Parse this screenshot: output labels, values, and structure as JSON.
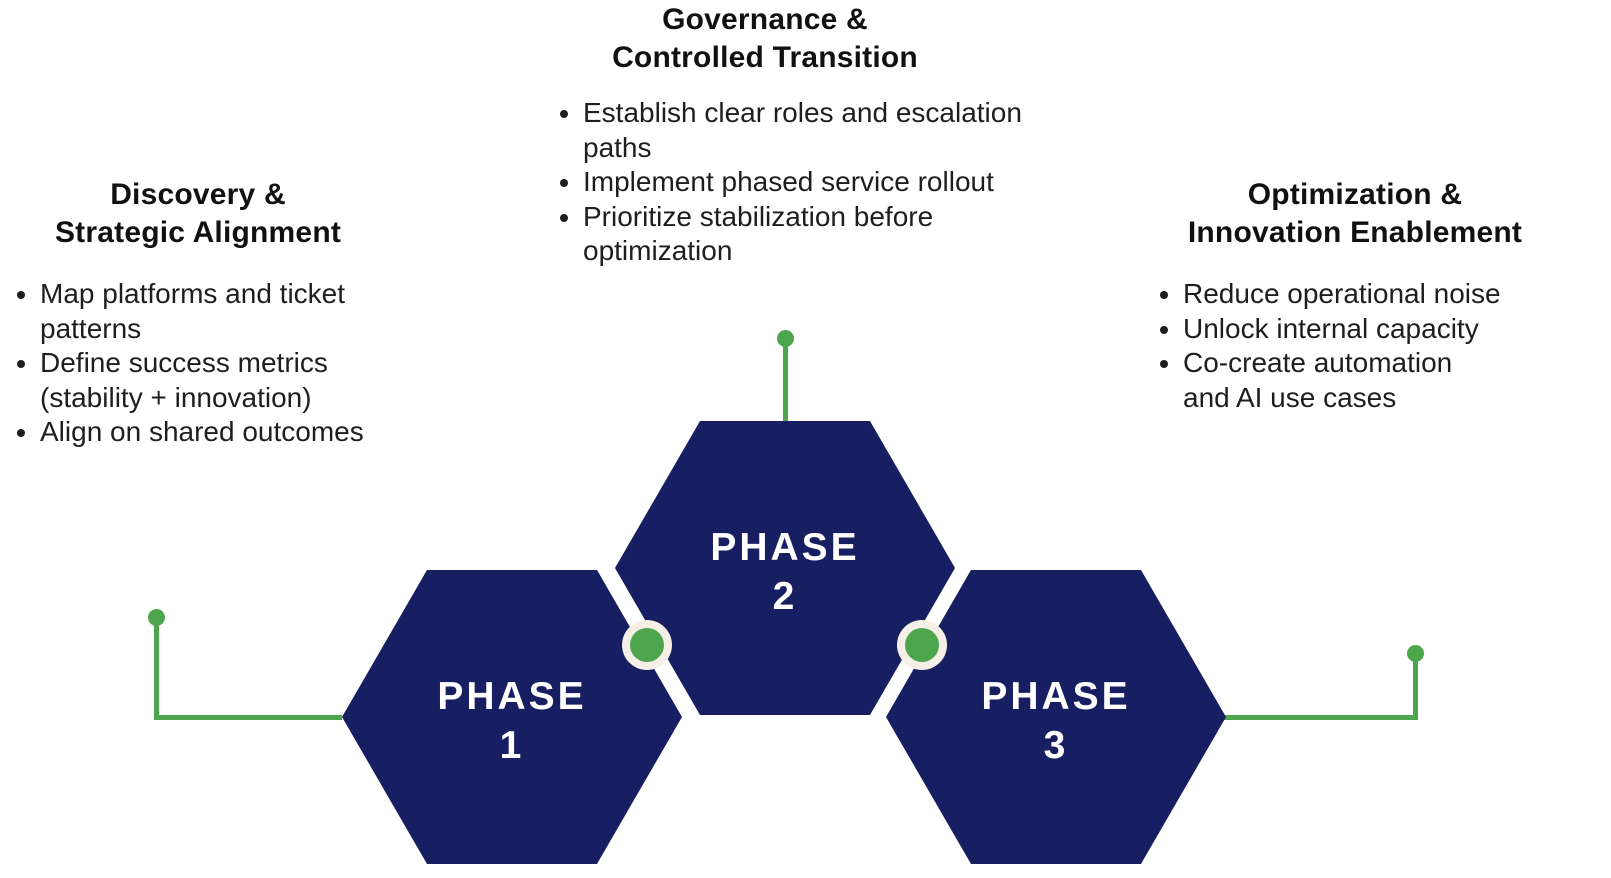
{
  "colors": {
    "navy": "#171E61",
    "green": "#4DA64B",
    "ring": "#F6EFE7",
    "heading": "#111111",
    "body": "#1E1E1E",
    "hex_label": "#FFFFFF",
    "background": "#FFFFFF"
  },
  "phases": [
    {
      "hex_label": "PHASE\n1",
      "title": "Discovery &\nStrategic Alignment",
      "bullets": [
        "Map platforms and ticket\npatterns",
        "Define success metrics\n(stability + innovation)",
        "Align on shared outcomes"
      ]
    },
    {
      "hex_label": "PHASE\n2",
      "title": "Governance &\nControlled Transition",
      "bullets": [
        "Establish clear roles and escalation\npaths",
        "Implement phased service rollout",
        "Prioritize stabilization before\noptimization"
      ]
    },
    {
      "hex_label": "PHASE\n3",
      "title": "Optimization &\nInnovation Enablement",
      "bullets": [
        "Reduce operational noise",
        "Unlock internal capacity",
        "Co-create automation\nand AI use cases"
      ]
    }
  ]
}
